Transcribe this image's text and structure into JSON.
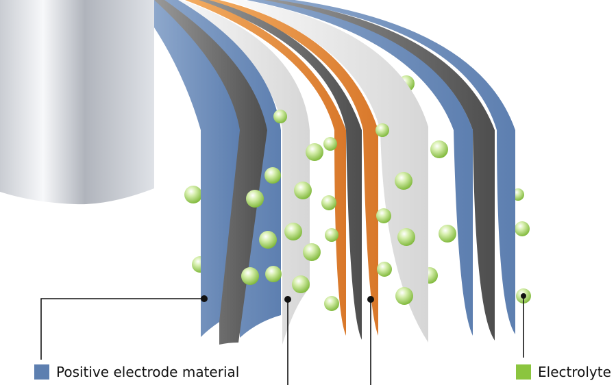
{
  "colors": {
    "positive_electrode": "#5d7fb0",
    "electrolyte": "#8bc53f",
    "negative_electrode": "#e8913c",
    "separator": "#e6e6e6",
    "collector": "#5e5e5e",
    "leader_line": "#111111"
  },
  "legend": {
    "positive": {
      "label": "Positive electrode material",
      "color": "#5d7fb0"
    },
    "electrolyte": {
      "label": "Electrolyte",
      "color": "#8bc53f"
    }
  },
  "icons": {
    "core": "metal-cylinder-core",
    "particle": "electrolyte-ball"
  }
}
